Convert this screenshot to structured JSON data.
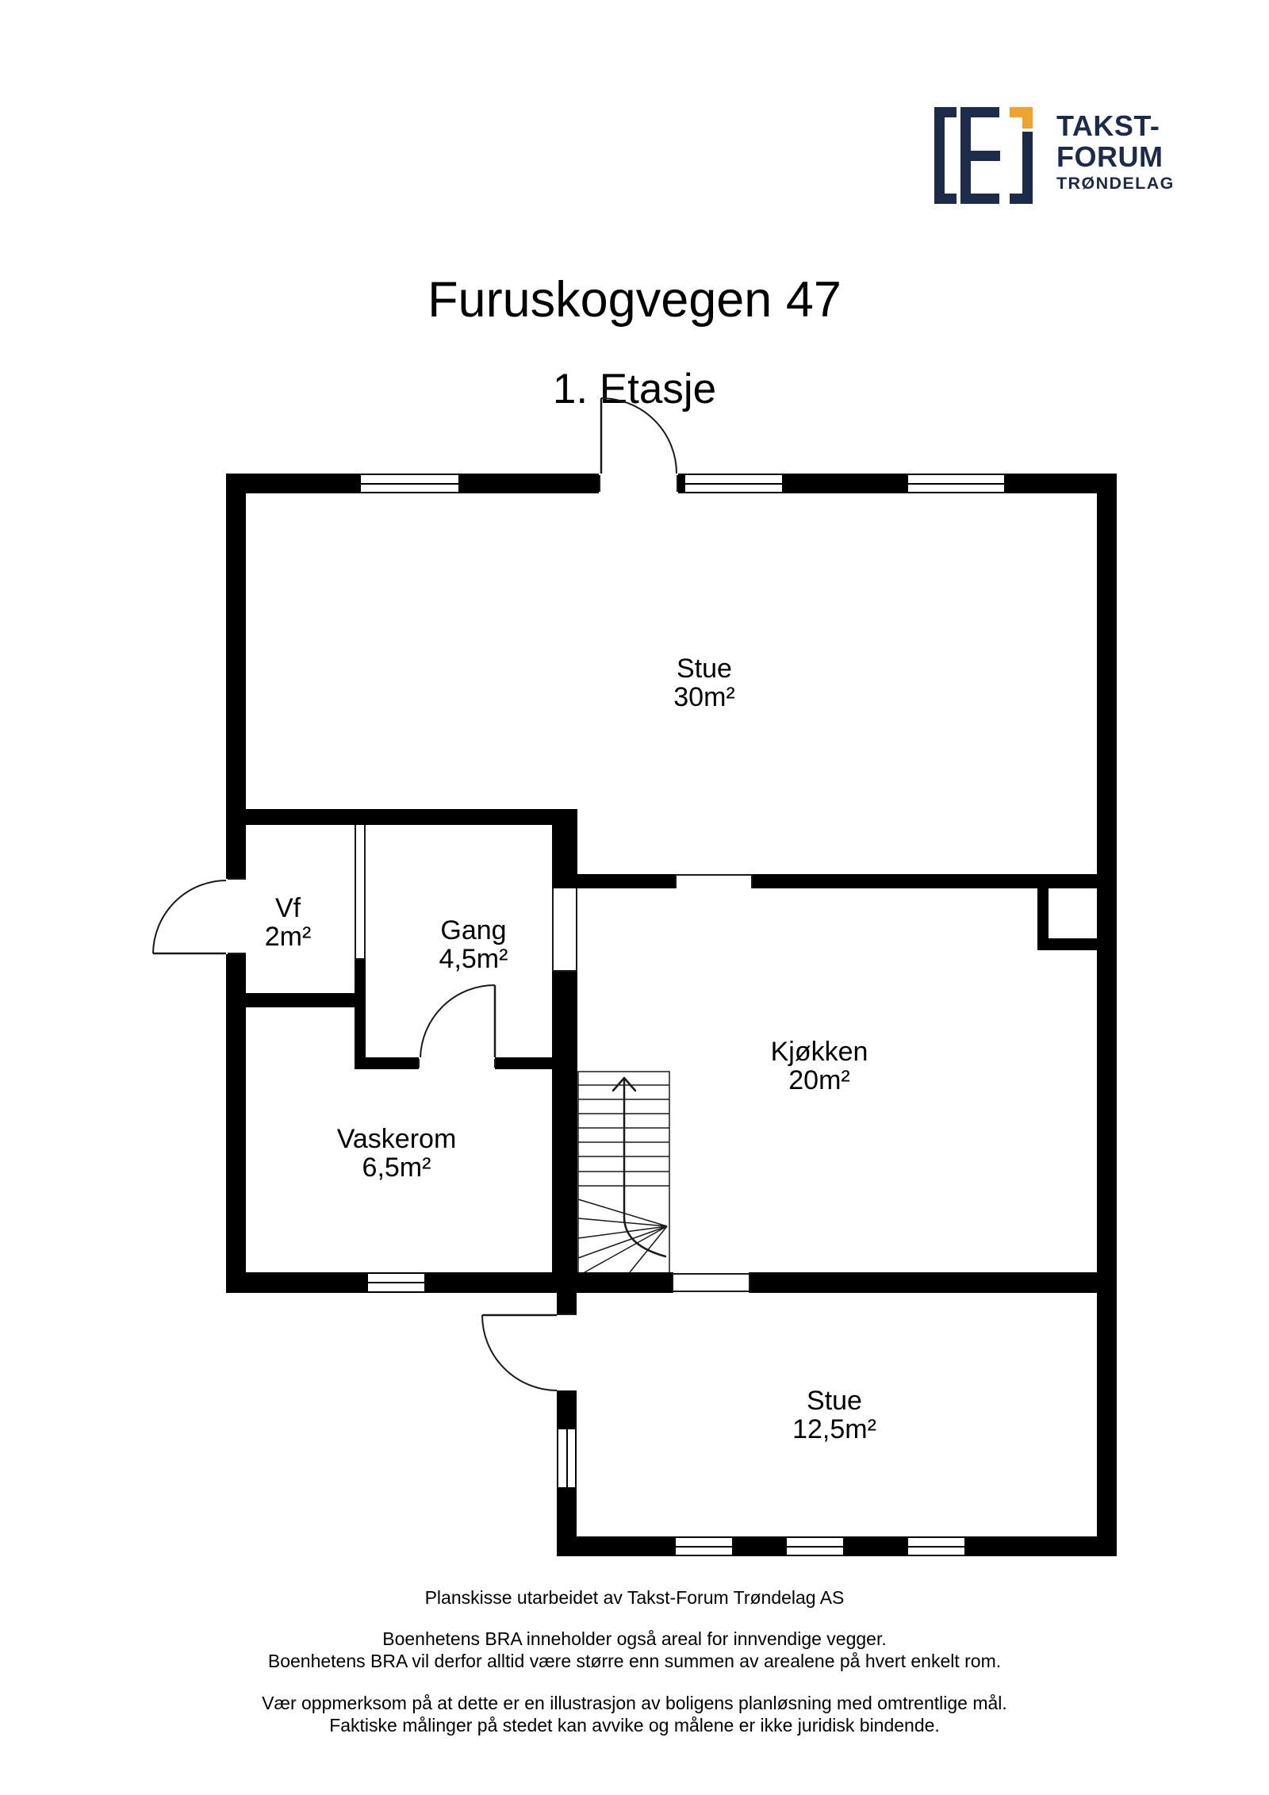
{
  "logo": {
    "line1": "TAKST-",
    "line2": "FORUM",
    "line3": "TRØNDELAG",
    "navy": "#1d2b4b",
    "orange": "#f0a32f"
  },
  "title": "Furuskogvegen 47",
  "subtitle": "1. Etasje",
  "rooms": {
    "stue1": {
      "name": "Stue",
      "area": "30m²"
    },
    "vf": {
      "name": "Vf",
      "area": "2m²"
    },
    "gang": {
      "name": "Gang",
      "area": "4,5m²"
    },
    "kjokken": {
      "name": "Kjøkken",
      "area": "20m²"
    },
    "vaskerom": {
      "name": "Vaskerom",
      "area": "6,5m²"
    },
    "stue2": {
      "name": "Stue",
      "area": "12,5m²"
    }
  },
  "footer": {
    "credit": "Planskisse utarbeidet av Takst-Forum Trøndelag AS",
    "bra1": "Boenhetens BRA inneholder også areal for innvendige vegger.",
    "bra2": "Boenhetens BRA vil derfor alltid være større enn summen av arealene på hvert enkelt rom.",
    "note1": "Vær oppmerksom på at dette er en illustrasjon av boligens planløsning med omtrentlige mål.",
    "note2": "Faktiske målinger på stedet kan avvike og målene er ikke juridisk bindende."
  }
}
